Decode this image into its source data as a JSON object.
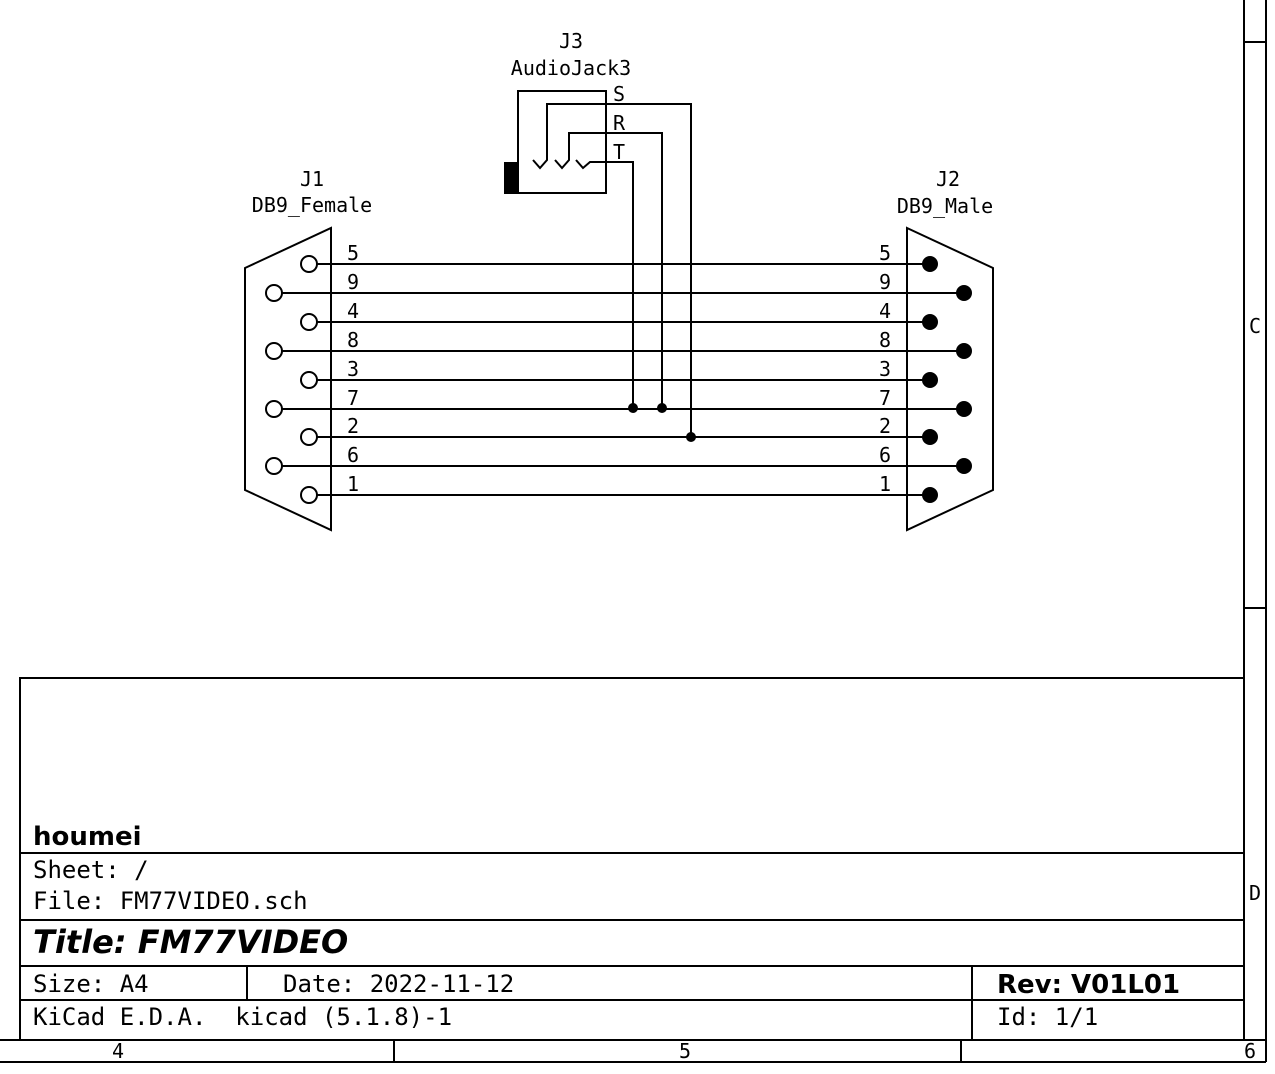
{
  "components": {
    "j1": {
      "ref": "J1",
      "value": "DB9_Female"
    },
    "j2": {
      "ref": "J2",
      "value": "DB9_Male"
    },
    "j3": {
      "ref": "J3",
      "value": "AudioJack3",
      "pins": {
        "s": "S",
        "r": "R",
        "t": "T"
      }
    }
  },
  "db9_pins": [
    "5",
    "9",
    "4",
    "8",
    "3",
    "7",
    "2",
    "6",
    "1"
  ],
  "title_block": {
    "company": "houmei",
    "sheet": "Sheet: /",
    "file": "File: FM77VIDEO.sch",
    "title": "Title: FM77VIDEO",
    "size": "Size: A4",
    "date": "Date: 2022-11-12",
    "rev": "Rev: V01L01",
    "tool": "KiCad E.D.A.  kicad (5.1.8)-1",
    "id": "Id: 1/1"
  },
  "border": {
    "rows": [
      "C",
      "D"
    ],
    "cols": [
      "4",
      "5",
      "6"
    ]
  }
}
